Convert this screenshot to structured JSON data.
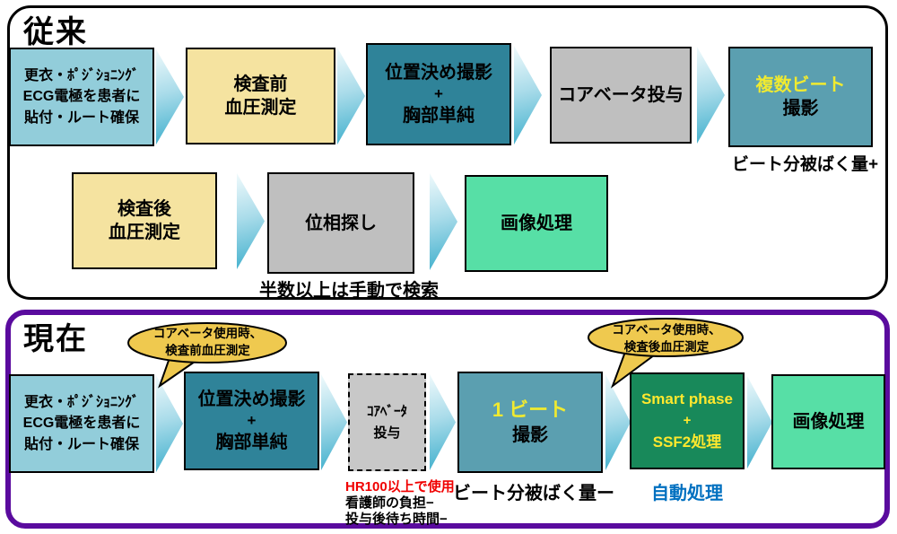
{
  "colors": {
    "panel_current_border": "#5a0b9e",
    "lightblue_box": "#92cdda",
    "yellow_box": "#f5e3a0",
    "teal_dark_box": "#2f8399",
    "gray_box": "#bfbfbf",
    "teal_mid_box": "#5b9fb0",
    "mint_box": "#57dfa6",
    "dark_green_box": "#18895a",
    "bubble_fill": "#efc94f",
    "highlight_yellow_text": "#f0ea30",
    "auto_caption_blue": "#0070c0",
    "hr_caption_red": "#f00000",
    "arrow_cyan": "#3aadcb"
  },
  "conventional": {
    "title": "従来",
    "boxes": {
      "prep": {
        "l1": "更衣・ﾎﾟｼﾞｼｮﾆﾝｸﾞ",
        "l2": "ECG電極を患者に",
        "l3": "貼付・ルート確保"
      },
      "bp_before": {
        "l1": "検査前",
        "l2": "血圧測定"
      },
      "positioning": {
        "l1": "位置決め撮影",
        "l2": "+",
        "l3": "胸部単純"
      },
      "corebeta": {
        "l1": "コアベータ投与"
      },
      "multibeat": {
        "highlight": "複数ビート",
        "rest": "撮影"
      },
      "bp_after": {
        "l1": "検査後",
        "l2": "血圧測定"
      },
      "phase_search": {
        "l1": "位相探し"
      },
      "image_proc": {
        "l1": "画像処理"
      }
    },
    "captions": {
      "dose_plus": "ビート分被ばく量+",
      "manual_search": "半数以上は手動で検索"
    }
  },
  "current": {
    "title": "現在",
    "bubbles": {
      "before": {
        "l1": "コアベータ使用時、",
        "l2": "検査前血圧測定"
      },
      "after": {
        "l1": "コアベータ使用時、",
        "l2": "検査後血圧測定"
      }
    },
    "boxes": {
      "prep": {
        "l1": "更衣・ﾎﾟｼﾞｼｮﾆﾝｸﾞ",
        "l2": "ECG電極を患者に",
        "l3": "貼付・ルート確保"
      },
      "positioning": {
        "l1": "位置決め撮影",
        "l2": "+",
        "l3": "胸部単純"
      },
      "corebeta_dashed": {
        "l1": "ｺｱﾍﾞｰﾀ",
        "l2": "投与"
      },
      "onebeat": {
        "highlight": "1 ビート",
        "rest": "撮影"
      },
      "smart": {
        "l1": "Smart phase",
        "l2": "+",
        "l3": "SSF2処理"
      },
      "image_proc": {
        "l1": "画像処理"
      }
    },
    "captions": {
      "hr": "HR100以上で使用",
      "nurse": "看護師の負担−",
      "wait": "投与後待ち時間−",
      "dose_minus": "ビート分被ばく量ー",
      "auto": "自動処理"
    }
  }
}
